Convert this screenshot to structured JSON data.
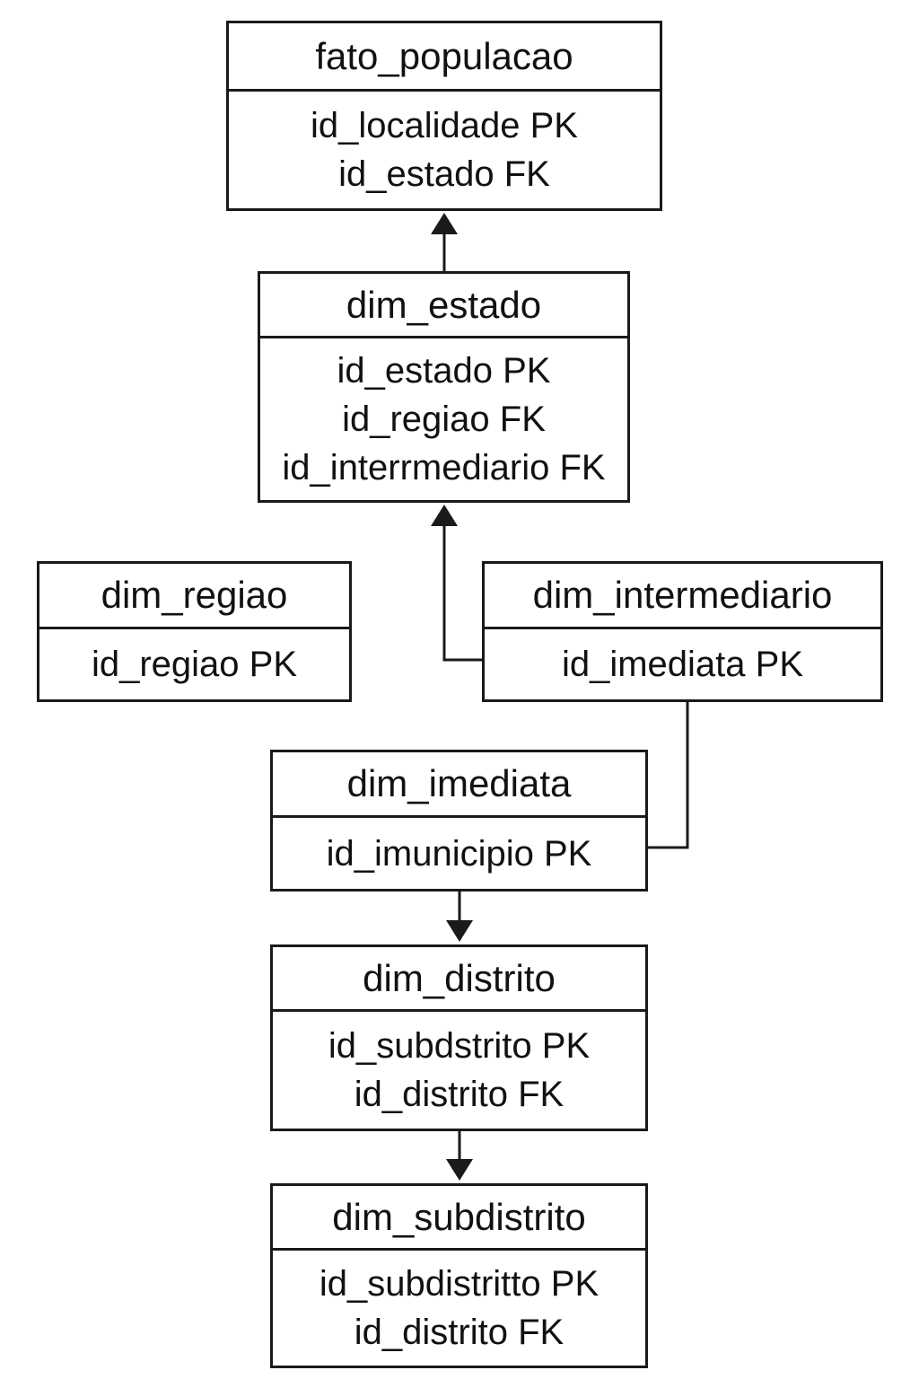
{
  "entities": {
    "fato_populacao": {
      "name": "fato_populacao",
      "fields": [
        "id_localidade PK",
        "id_estado FK"
      ]
    },
    "dim_estado": {
      "name": "dim_estado",
      "fields": [
        "id_estado PK",
        "id_regiao FK",
        "id_interrmediario FK"
      ]
    },
    "dim_regiao": {
      "name": "dim_regiao",
      "fields": [
        "id_regiao PK"
      ]
    },
    "dim_intermediario": {
      "name": "dim_intermediario",
      "fields": [
        "id_imediata PK"
      ]
    },
    "dim_imediata": {
      "name": "dim_imediata",
      "fields": [
        "id_imunicipio PK"
      ]
    },
    "dim_distrito": {
      "name": "dim_distrito",
      "fields": [
        "id_subdstrito PK",
        "id_distrito FK"
      ]
    },
    "dim_subdistrito": {
      "name": "dim_subdistrito",
      "fields": [
        "id_subdistritto PK",
        "id_distrito FK"
      ]
    }
  },
  "colors": {
    "line": "#1a1a1a",
    "background": "#ffffff"
  }
}
